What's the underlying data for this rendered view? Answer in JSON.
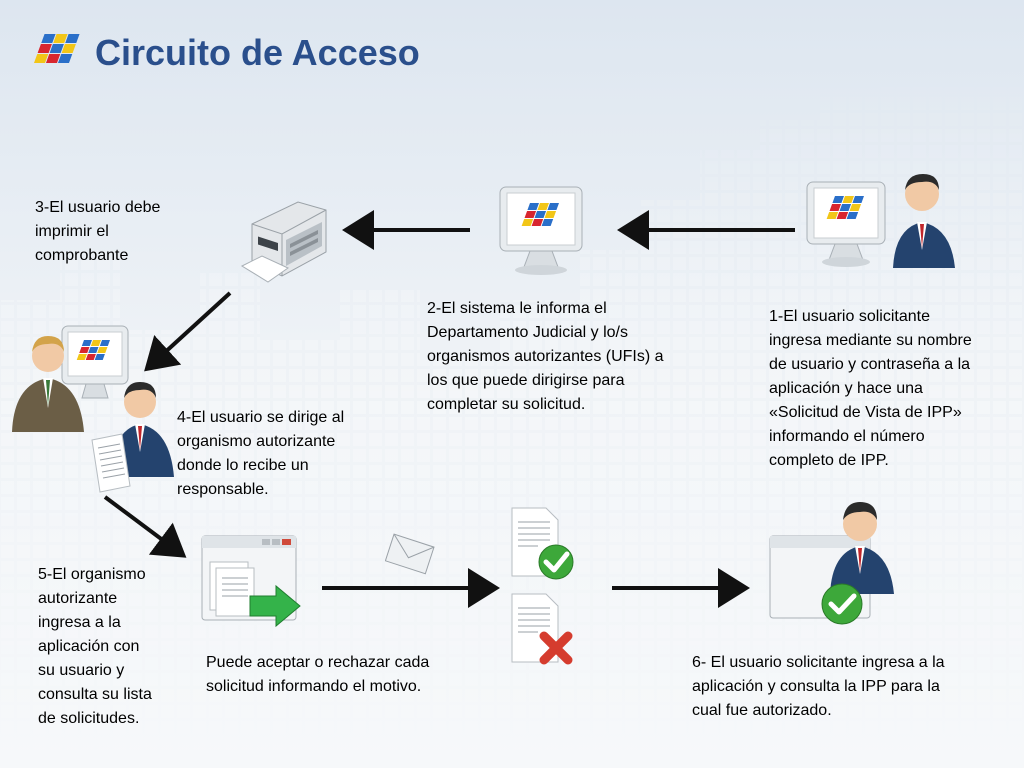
{
  "title": "Circuito de Acceso",
  "steps": {
    "step1": [
      "1-El usuario solicitante",
      "ingresa mediante su nombre",
      "de usuario y contraseña a la",
      "aplicación y hace una",
      "«Solicitud de Vista de IPP»",
      "informando el número",
      "completo de IPP."
    ],
    "step2": [
      "2-El sistema le informa el",
      "Departamento Judicial y lo/s",
      "organismos autorizantes (UFIs) a",
      "los que puede dirigirse para",
      "completar su solicitud."
    ],
    "step3": [
      "3-El usuario debe",
      "imprimir el",
      "comprobante"
    ],
    "step4": [
      "4-El usuario se dirige al",
      "organismo autorizante",
      "donde lo recibe un",
      "responsable."
    ],
    "step5": [
      "5-El organismo",
      "autorizante",
      "ingresa a la",
      "aplicación con",
      "su usuario y",
      "consulta su lista",
      "de solicitudes."
    ],
    "accept_reject": [
      "Puede aceptar o rechazar cada",
      "solicitud informando el motivo."
    ],
    "step6": [
      "6- El usuario solicitante ingresa a la",
      "aplicación y consulta la IPP para la",
      "cual fue autorizado."
    ]
  },
  "icons": {
    "logo": "app-logo-icon",
    "computer_user": "computer-user-icon",
    "computer": "computer-icon",
    "printer": "printer-icon",
    "meeting": "two-users-computer-icon",
    "document": "document-icon",
    "window_forward": "application-window-forward-icon",
    "envelope": "envelope-icon",
    "doc_accept": "document-accepted-icon",
    "doc_reject": "document-rejected-icon",
    "window_user_check": "application-window-user-check-icon"
  },
  "colors": {
    "title": "#2a4f8c",
    "arrow": "#111111",
    "check": "#3da83a",
    "reject": "#d53c2e",
    "forward_arrow": "#34b34a",
    "tie": "#c0262b",
    "suit": "#24436e"
  }
}
